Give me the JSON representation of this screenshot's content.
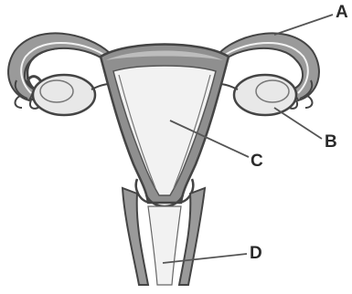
{
  "labels": {
    "a": "A",
    "b": "B",
    "c": "C",
    "d": "D"
  },
  "colors": {
    "wall": "#8a8a8a",
    "outline": "#444444",
    "cavity": "#f2f2f2",
    "ovary": "#e8e8e8",
    "leader": "#555555"
  }
}
